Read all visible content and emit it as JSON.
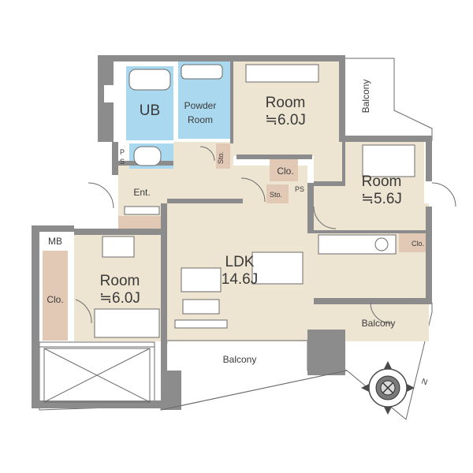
{
  "rooms": {
    "ub": "UB",
    "powder_line1": "Powder",
    "powder_line2": "Room",
    "bedroom_north_name": "Room",
    "bedroom_north_size": "≒6.0J",
    "bedroom_east_name": "Room",
    "bedroom_east_size": "≒5.6J",
    "bedroom_west_name": "Room",
    "bedroom_west_size": "≒6.0J",
    "ldk_name": "LDK",
    "ldk_size": "14.6J",
    "entrance": "Ent.",
    "mb": "MB",
    "ps_bath": "P\nS",
    "ps_hall": "PS",
    "sto_bath": "Sto.",
    "sto_hall": "Sto.",
    "clo_north": "Clo.",
    "clo_west": "Clo.",
    "clo_east": "Clo."
  },
  "balconies": {
    "north_east": "Balcony",
    "south_east": "Balcony",
    "south": "Balcony"
  },
  "compass": {
    "north_mark": "N"
  },
  "colors": {
    "floor": "#ede4d2",
    "wet_area": "#a9d8ef",
    "wall": "#8c8c8c",
    "closet": "#e2c9b6"
  }
}
